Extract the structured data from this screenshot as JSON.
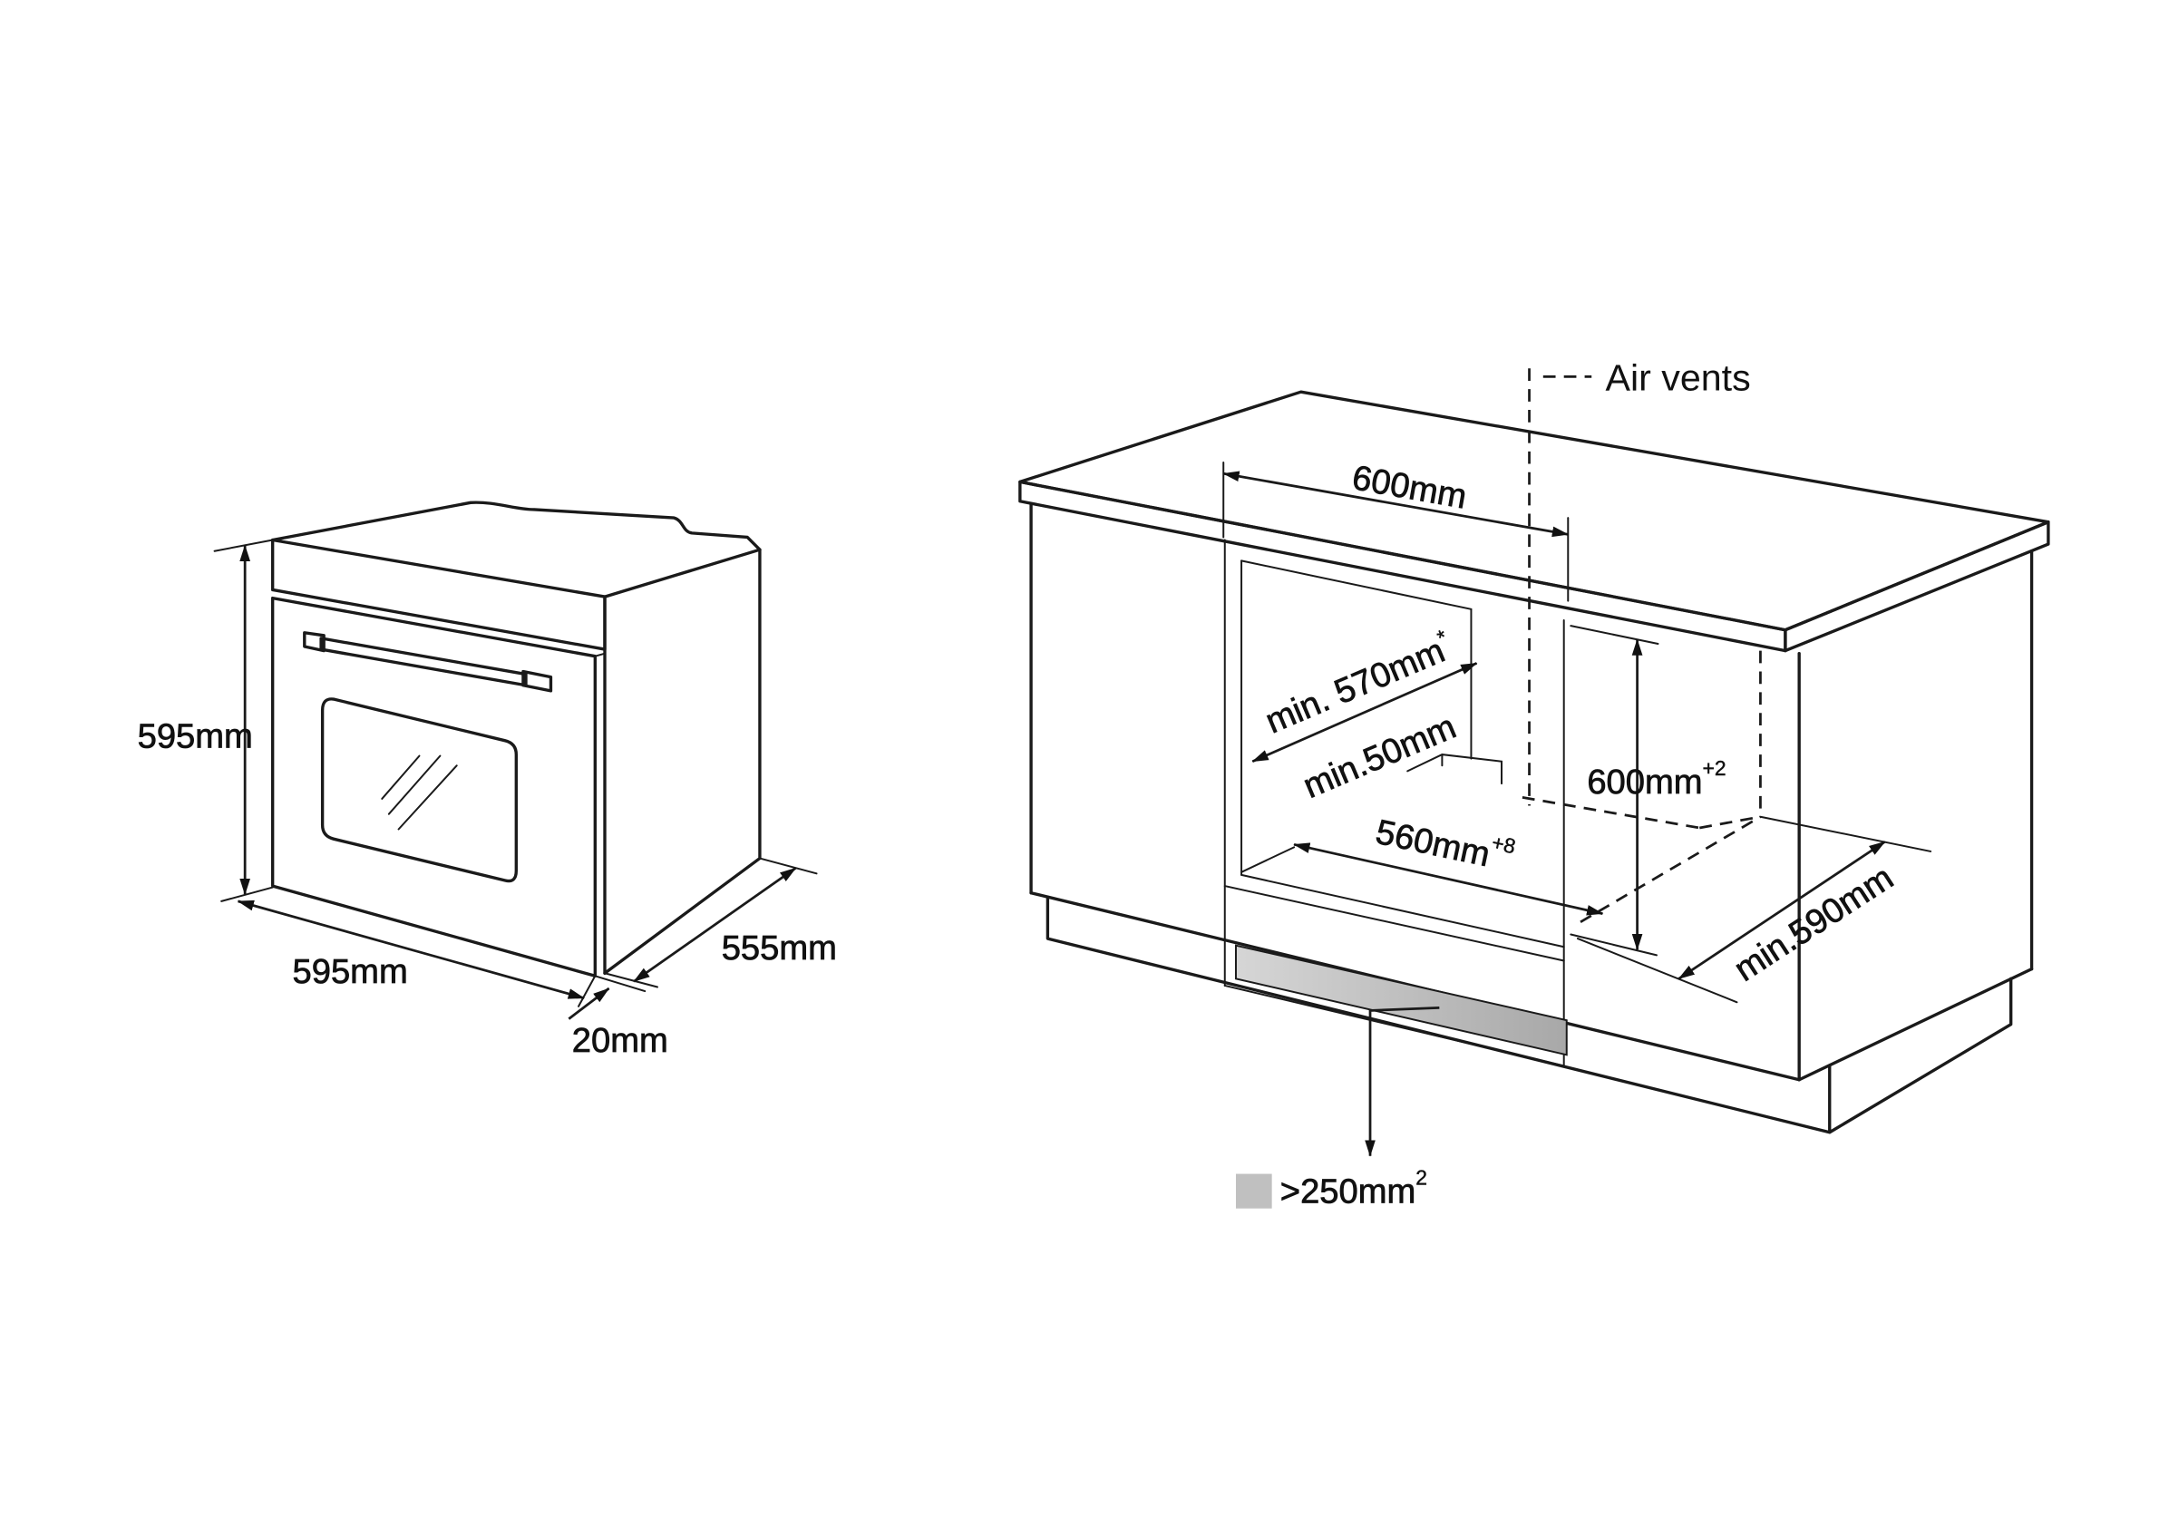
{
  "oven": {
    "height_label": "595mm",
    "width_label": "595mm",
    "depth_label": "555mm",
    "door_label": "20mm"
  },
  "cabinet": {
    "air_vents_label": "Air vents",
    "top_width_label": "600mm",
    "min_depth_label": {
      "text": "min. 570mm",
      "sup": "*"
    },
    "min_gap_label": "min.50mm",
    "niche_height_label": {
      "text": "600mm",
      "sup": "+2"
    },
    "niche_width_label": {
      "text": "560mm",
      "sup": "+8"
    },
    "min_cabinet_depth_label": "min.590mm",
    "vent_area_label": {
      "text": ">250mm",
      "sup": "2"
    }
  },
  "colors": {
    "line": "#1a1a1a",
    "vent_light": "#d6d6d6",
    "vent_dark": "#a8a8a8",
    "legend_swatch": "#c0c0c0"
  }
}
